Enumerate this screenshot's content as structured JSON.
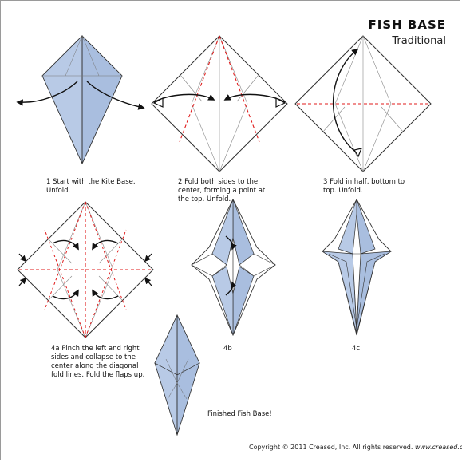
{
  "header": {
    "title": "FISH BASE",
    "subtitle": "Traditional"
  },
  "steps": {
    "step1": "1  Start with the Kite Base. Unfold.",
    "step2": "2  Fold both sides to the center, forming a point at the top. Unfold.",
    "step3": "3  Fold in half, bottom to top. Unfold.",
    "step4a": "4a   Pinch the left and right sides and collapse to the center along the diagonal fold lines. Fold the flaps up.",
    "step4b": "4b",
    "step4c": "4c",
    "finished": "Finished Fish Base!"
  },
  "footer": {
    "copyright": "Copyright © 2011 Creased, Inc. All rights reserved.",
    "site": "www.creased.com"
  },
  "colors": {
    "paper_blue": "#a9bedf",
    "paper_blue_dark": "#8aa3cf",
    "valley_red": "#e01b1b",
    "line_gray": "#555555"
  }
}
